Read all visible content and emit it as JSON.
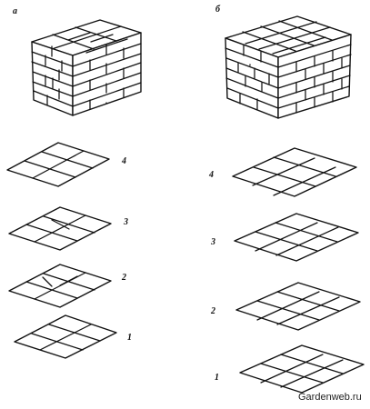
{
  "figure": {
    "stack_labels": {
      "a": "а",
      "b": "б"
    },
    "layers_a": [
      "4",
      "3",
      "2",
      "1"
    ],
    "layers_b": [
      "4",
      "3",
      "2",
      "1"
    ],
    "watermark": "Gardenweb.ru"
  }
}
